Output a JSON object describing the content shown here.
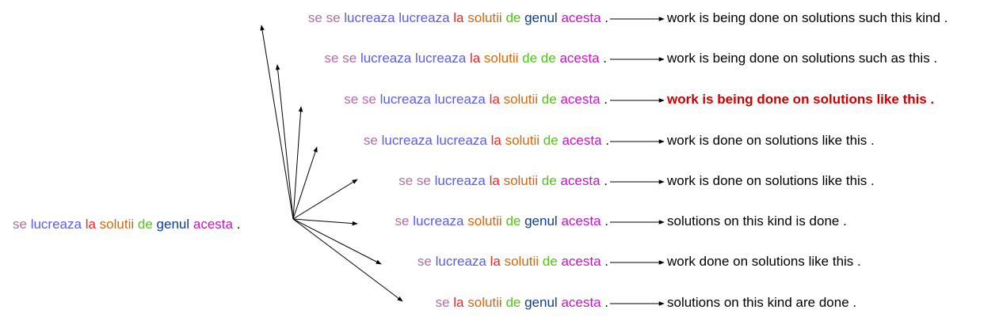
{
  "colors": {
    "se": "#b06fa0",
    "lucreaza": "#5b5ce6",
    "la": "#e8262b",
    "solutii": "#d2690f",
    "de": "#52c41a",
    "genul": "#0b3d91",
    "acesta": "#c414c4",
    "punct": "#000000",
    "best": "#cc0000"
  },
  "source": {
    "tokens": [
      {
        "t": "se",
        "c": "se"
      },
      {
        "t": "lucreaza",
        "c": "lucreaza"
      },
      {
        "t": "la",
        "c": "la"
      },
      {
        "t": "solutii",
        "c": "solutii"
      },
      {
        "t": "de",
        "c": "de"
      },
      {
        "t": "genul",
        "c": "genul"
      },
      {
        "t": "acesta",
        "c": "acesta"
      },
      {
        "t": ".",
        "c": "punct"
      }
    ]
  },
  "variants": [
    {
      "tokens": [
        {
          "t": "se",
          "c": "se"
        },
        {
          "t": "se",
          "c": "se"
        },
        {
          "t": "lucreaza",
          "c": "lucreaza"
        },
        {
          "t": "lucreaza",
          "c": "lucreaza"
        },
        {
          "t": "la",
          "c": "la"
        },
        {
          "t": "solutii",
          "c": "solutii"
        },
        {
          "t": "de",
          "c": "de"
        },
        {
          "t": "genul",
          "c": "genul"
        },
        {
          "t": "acesta",
          "c": "acesta"
        },
        {
          "t": ".",
          "c": "punct"
        }
      ],
      "translation": "work is being done on solutions such this kind .",
      "best": false
    },
    {
      "tokens": [
        {
          "t": "se",
          "c": "se"
        },
        {
          "t": "se",
          "c": "se"
        },
        {
          "t": "lucreaza",
          "c": "lucreaza"
        },
        {
          "t": "lucreaza",
          "c": "lucreaza"
        },
        {
          "t": "la",
          "c": "la"
        },
        {
          "t": "solutii",
          "c": "solutii"
        },
        {
          "t": "de",
          "c": "de"
        },
        {
          "t": "de",
          "c": "de"
        },
        {
          "t": "acesta",
          "c": "acesta"
        },
        {
          "t": ".",
          "c": "punct"
        }
      ],
      "translation": "work is being done on solutions such as this .",
      "best": false
    },
    {
      "tokens": [
        {
          "t": "se",
          "c": "se"
        },
        {
          "t": "se",
          "c": "se"
        },
        {
          "t": "lucreaza",
          "c": "lucreaza"
        },
        {
          "t": "lucreaza",
          "c": "lucreaza"
        },
        {
          "t": "la",
          "c": "la"
        },
        {
          "t": "solutii",
          "c": "solutii"
        },
        {
          "t": "de",
          "c": "de"
        },
        {
          "t": "acesta",
          "c": "acesta"
        },
        {
          "t": ".",
          "c": "punct"
        }
      ],
      "translation": "work is being done on solutions like this .",
      "best": true
    },
    {
      "tokens": [
        {
          "t": "se",
          "c": "se"
        },
        {
          "t": "lucreaza",
          "c": "lucreaza"
        },
        {
          "t": "lucreaza",
          "c": "lucreaza"
        },
        {
          "t": "la",
          "c": "la"
        },
        {
          "t": "solutii",
          "c": "solutii"
        },
        {
          "t": "de",
          "c": "de"
        },
        {
          "t": "acesta",
          "c": "acesta"
        },
        {
          "t": ".",
          "c": "punct"
        }
      ],
      "translation": "work is done on solutions like this .",
      "best": false
    },
    {
      "tokens": [
        {
          "t": "se",
          "c": "se"
        },
        {
          "t": "se",
          "c": "se"
        },
        {
          "t": "lucreaza",
          "c": "lucreaza"
        },
        {
          "t": "la",
          "c": "la"
        },
        {
          "t": "solutii",
          "c": "solutii"
        },
        {
          "t": "de",
          "c": "de"
        },
        {
          "t": "acesta",
          "c": "acesta"
        },
        {
          "t": ".",
          "c": "punct"
        }
      ],
      "translation": "work is done on solutions like this .",
      "best": false
    },
    {
      "tokens": [
        {
          "t": "se",
          "c": "se"
        },
        {
          "t": "lucreaza",
          "c": "lucreaza"
        },
        {
          "t": "solutii",
          "c": "solutii"
        },
        {
          "t": "de",
          "c": "de"
        },
        {
          "t": "genul",
          "c": "genul"
        },
        {
          "t": "acesta",
          "c": "acesta"
        },
        {
          "t": ".",
          "c": "punct"
        }
      ],
      "translation": "solutions on this kind is done .",
      "best": false
    },
    {
      "tokens": [
        {
          "t": "se",
          "c": "se"
        },
        {
          "t": "lucreaza",
          "c": "lucreaza"
        },
        {
          "t": "la",
          "c": "la"
        },
        {
          "t": "solutii",
          "c": "solutii"
        },
        {
          "t": "de",
          "c": "de"
        },
        {
          "t": "acesta",
          "c": "acesta"
        },
        {
          "t": ".",
          "c": "punct"
        }
      ],
      "translation": "work done on solutions like this .",
      "best": false
    },
    {
      "tokens": [
        {
          "t": "se",
          "c": "se"
        },
        {
          "t": "la",
          "c": "la"
        },
        {
          "t": "solutii",
          "c": "solutii"
        },
        {
          "t": "de",
          "c": "de"
        },
        {
          "t": "genul",
          "c": "genul"
        },
        {
          "t": "acesta",
          "c": "acesta"
        },
        {
          "t": ".",
          "c": "punct"
        }
      ],
      "translation": "solutions on this kind are done .",
      "best": false
    }
  ]
}
